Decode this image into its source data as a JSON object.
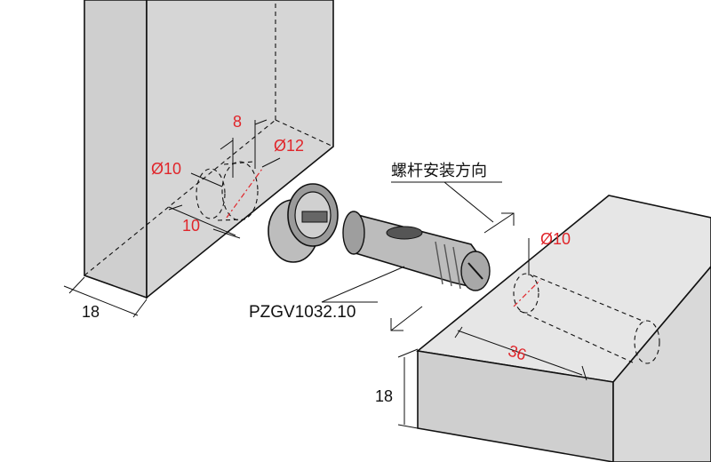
{
  "labels": {
    "part_number": "PZGV1032.10",
    "direction_note": "螺杆安装方向"
  },
  "dimensions": {
    "left_panel_hole_depth": "8",
    "left_panel_large_bore": "Ø12",
    "left_panel_small_bore": "Ø10",
    "left_panel_edge_offset": "10",
    "left_panel_thickness": "18",
    "right_panel_bore": "Ø10",
    "right_panel_bore_distance": "36",
    "right_panel_thickness": "18"
  },
  "colors": {
    "panel_face": "#cfcfcf",
    "panel_side": "#d9d9d9",
    "panel_top": "#e6e6e6",
    "dimension_red": "#e0252a",
    "line": "#111111"
  }
}
